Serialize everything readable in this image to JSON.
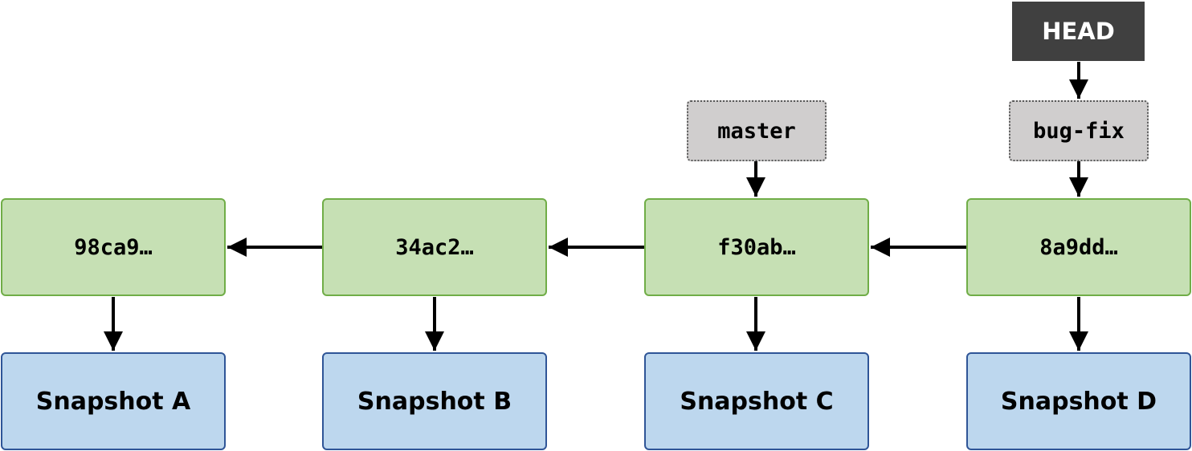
{
  "head": {
    "label": "HEAD"
  },
  "branches": [
    {
      "label": "master"
    },
    {
      "label": "bug-fix"
    }
  ],
  "commits": [
    {
      "hash": "98ca9…",
      "snapshot": "Snapshot A"
    },
    {
      "hash": "34ac2…",
      "snapshot": "Snapshot B"
    },
    {
      "hash": "f30ab…",
      "snapshot": "Snapshot C"
    },
    {
      "hash": "8a9dd…",
      "snapshot": "Snapshot D"
    }
  ],
  "colors": {
    "commit_fill": "#c6e0b4",
    "commit_border": "#70ad47",
    "snapshot_fill": "#bdd7ee",
    "snapshot_border": "#2f5597",
    "branch_fill": "#d0cece",
    "head_fill": "#404040",
    "arrow": "#000000"
  }
}
